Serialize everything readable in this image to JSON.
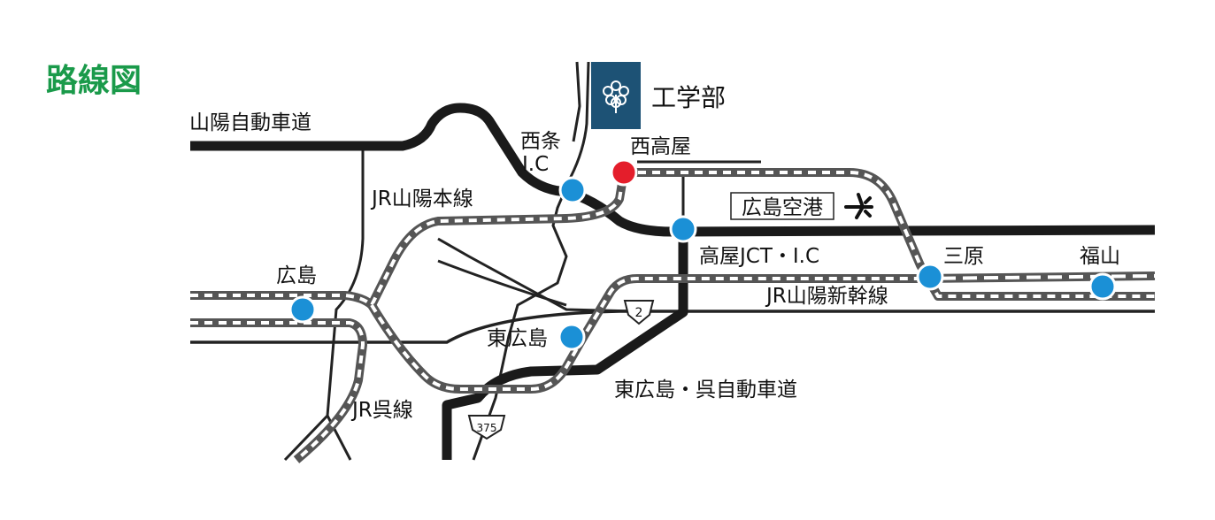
{
  "title": "路線図",
  "campus": {
    "name": "工学部",
    "logo": "flower-logo",
    "color": "#1d5275"
  },
  "roads": {
    "sanyo_expressway": "山陽自動車道",
    "higashihiroshima_kure_expressway": "東広島・呉自動車道",
    "route_2": "2",
    "route_375": "375"
  },
  "railways": {
    "sanyo_main_line": "JR山陽本線",
    "kure_line": "JR呉線",
    "sanyo_shinkansen": "JR山陽新幹線"
  },
  "places": {
    "saijo_ic_line1": "西条",
    "saijo_ic_line2": "I.C",
    "nishitakaya": "西高屋",
    "takaya_jct": "高屋JCT・I.C",
    "hiroshima": "広島",
    "higashihiroshima": "東広島",
    "mihara": "三原",
    "fukuyama": "福山",
    "hiroshima_airport": "広島空港"
  },
  "icons": {
    "airport": "airplane-icon"
  },
  "colors": {
    "station_marker": "#1b90d6",
    "highlight_station": "#e41e2b",
    "title": "#1a9a4a",
    "campus_box": "#1d5275"
  }
}
